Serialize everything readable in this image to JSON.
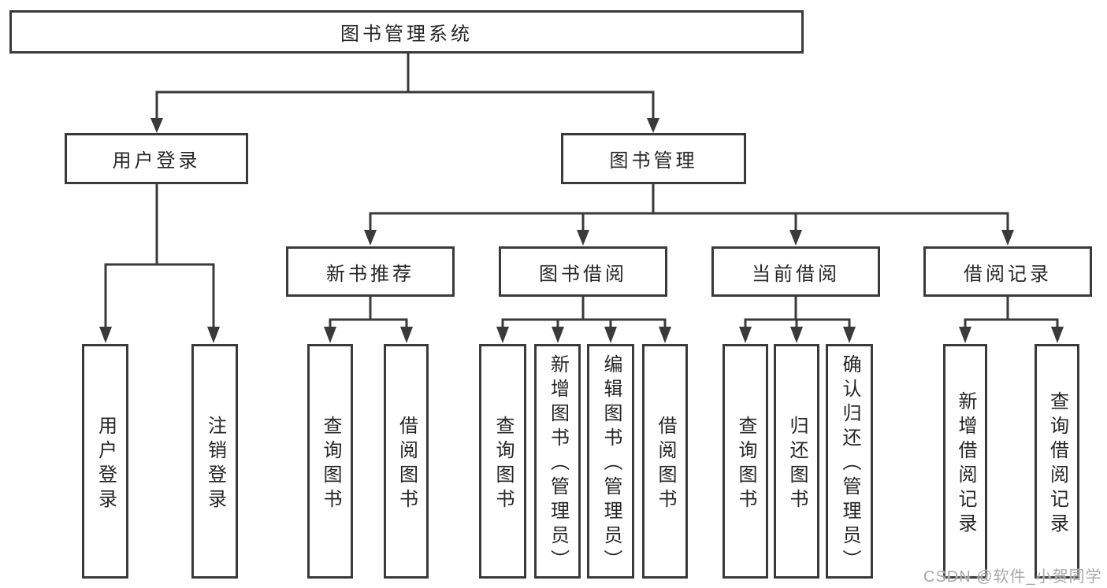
{
  "tree": {
    "label": "图书管理系统",
    "children": [
      {
        "label": "用户登录",
        "children": [
          {
            "label": "用户登录"
          },
          {
            "label": "注销登录"
          }
        ]
      },
      {
        "label": "图书管理",
        "children": [
          {
            "label": "新书推荐",
            "children": [
              {
                "label": "查询图书"
              },
              {
                "label": "借阅图书"
              }
            ]
          },
          {
            "label": "图书借阅",
            "children": [
              {
                "label": "查询图书"
              },
              {
                "label": "新增图书（管理员）"
              },
              {
                "label": "编辑图书（管理员）"
              },
              {
                "label": "借阅图书"
              }
            ]
          },
          {
            "label": "当前借阅",
            "children": [
              {
                "label": "查询图书"
              },
              {
                "label": "归还图书"
              },
              {
                "label": "确认归还（管理员）"
              }
            ]
          },
          {
            "label": "借阅记录",
            "children": [
              {
                "label": "新增借阅记录"
              },
              {
                "label": "查询借阅记录"
              }
            ]
          }
        ]
      }
    ]
  },
  "watermark": "CSDN @软件_小贺同学",
  "colors": {
    "line": "#3a3a3a",
    "text": "#262626",
    "watermark": "#a8a8a8",
    "background": "#ffffff"
  }
}
